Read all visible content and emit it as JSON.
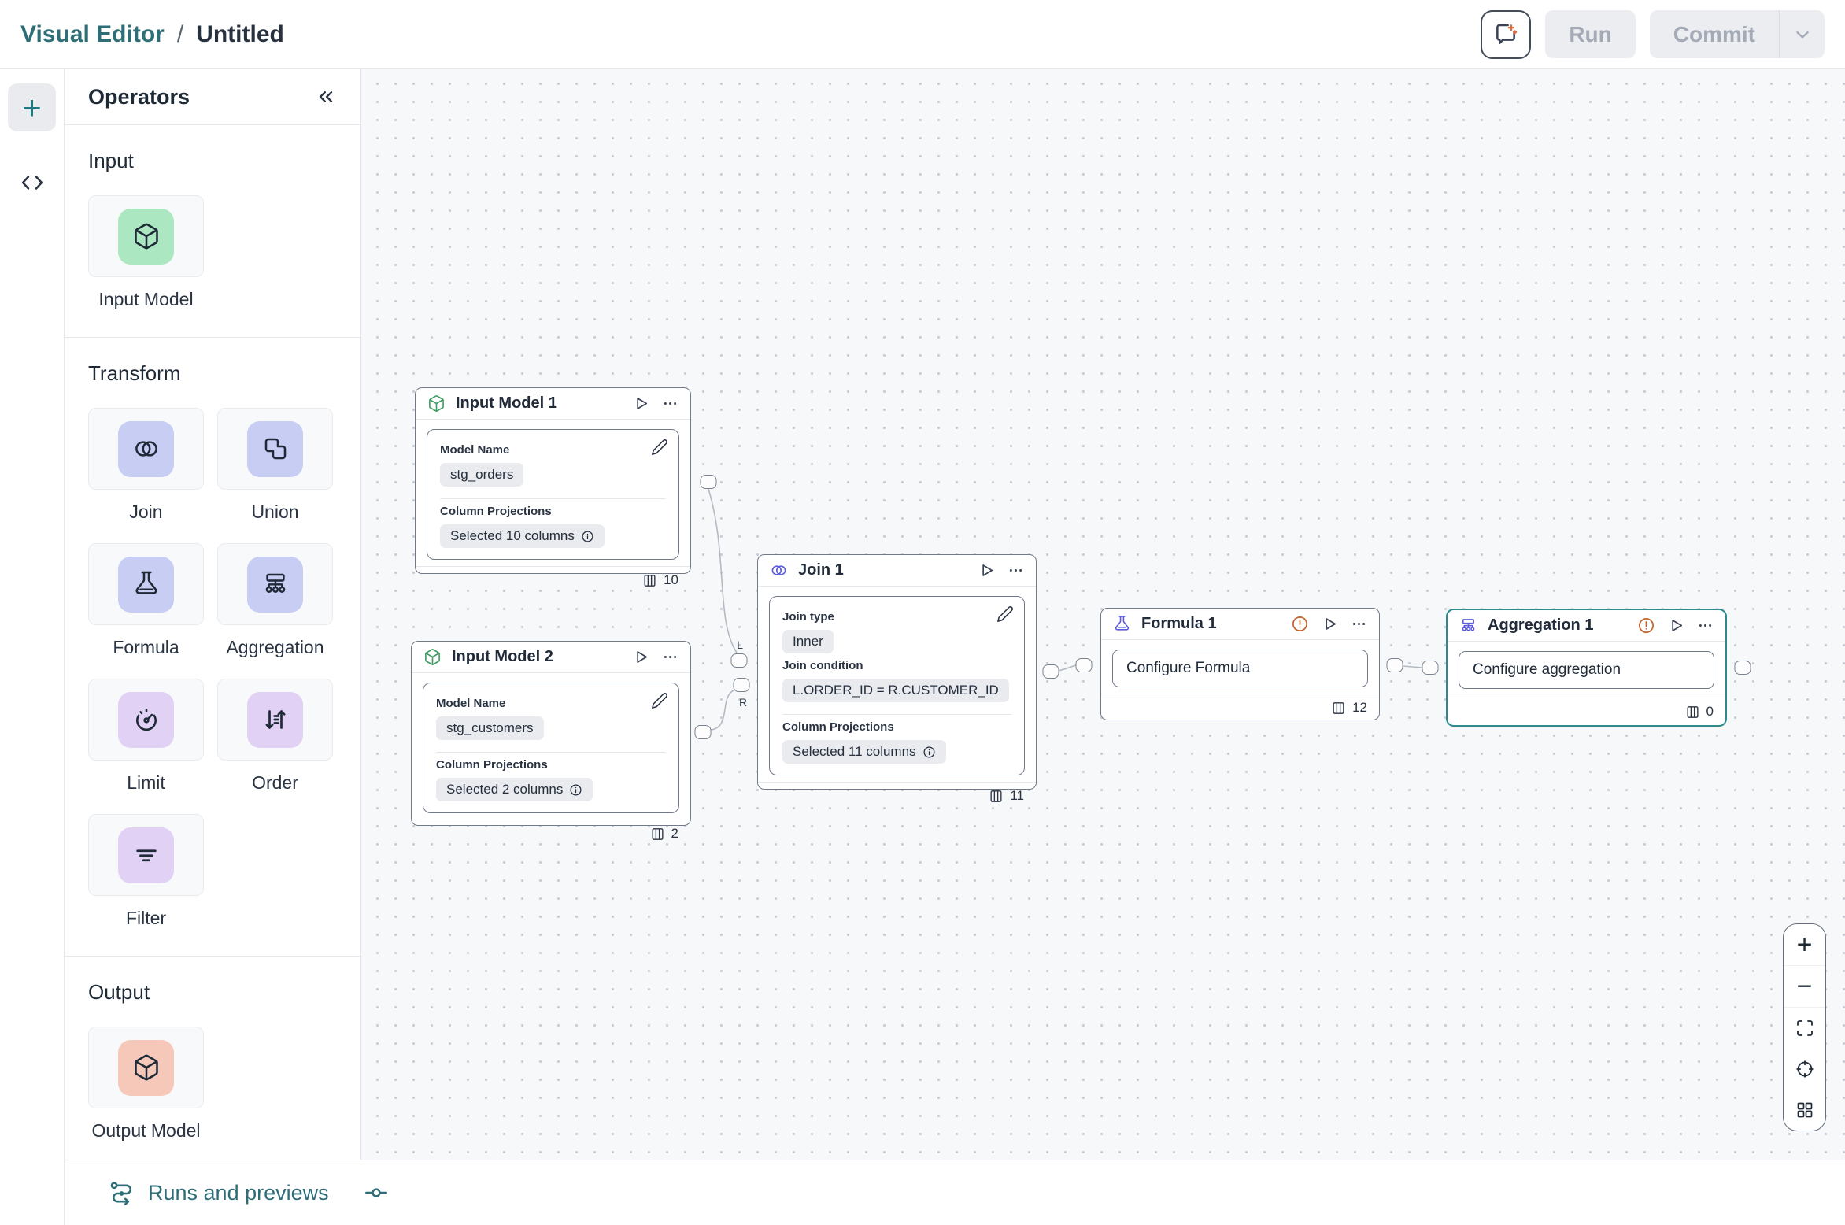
{
  "header": {
    "breadcrumb": {
      "app": "Visual Editor",
      "separator": "/",
      "title": "Untitled"
    },
    "run_label": "Run",
    "commit_label": "Commit"
  },
  "operators_panel": {
    "title": "Operators",
    "sections": {
      "input": {
        "label": "Input",
        "items": [
          {
            "label": "Input Model",
            "icon": "cube"
          }
        ]
      },
      "transform": {
        "label": "Transform",
        "items": [
          {
            "label": "Join",
            "icon": "join-circles"
          },
          {
            "label": "Union",
            "icon": "union-squares"
          },
          {
            "label": "Formula",
            "icon": "flask"
          },
          {
            "label": "Aggregation",
            "icon": "sitemap"
          },
          {
            "label": "Limit",
            "icon": "gauge"
          },
          {
            "label": "Order",
            "icon": "sort-arrows"
          },
          {
            "label": "Filter",
            "icon": "filter-lines"
          }
        ]
      },
      "output": {
        "label": "Output",
        "items": [
          {
            "label": "Output Model",
            "icon": "cube"
          }
        ]
      }
    }
  },
  "canvas": {
    "nodes": [
      {
        "title": "Input Model 1",
        "column_count": "10",
        "fields": [
          {
            "label": "Model Name",
            "value": "stg_orders"
          },
          {
            "label": "Column Projections",
            "value": "Selected 10 columns"
          }
        ]
      },
      {
        "title": "Input Model 2",
        "column_count": "2",
        "fields": [
          {
            "label": "Model Name",
            "value": "stg_customers"
          },
          {
            "label": "Column Projections",
            "value": "Selected 2 columns"
          }
        ]
      },
      {
        "title": "Join 1",
        "column_count": "11",
        "fields": [
          {
            "label": "Join type",
            "value": "Inner"
          },
          {
            "label": "Join condition",
            "value": "L.ORDER_ID = R.CUSTOMER_ID"
          },
          {
            "label": "Column Projections",
            "value": "Selected 11 columns"
          }
        ]
      },
      {
        "title": "Formula 1",
        "action_label": "Configure Formula",
        "column_count": "12"
      },
      {
        "title": "Aggregation 1",
        "action_label": "Configure aggregation",
        "column_count": "0"
      }
    ],
    "port_labels": {
      "left": "L",
      "right": "R"
    }
  },
  "bottom_bar": {
    "runs_label": "Runs and previews"
  },
  "colors": {
    "accent_teal": "#2e6e77",
    "selected_node_border": "#2e8a8d",
    "warning_orange": "#c2632e",
    "input_tile_green": "#abe7c0",
    "transform_tile_blue": "#c7cdf3",
    "transform_tile_purple": "#e1d2f5",
    "output_tile_salmon": "#f5c8ba",
    "node_icon_green": "#3f9b63",
    "node_icon_indigo": "#5b5be0"
  }
}
